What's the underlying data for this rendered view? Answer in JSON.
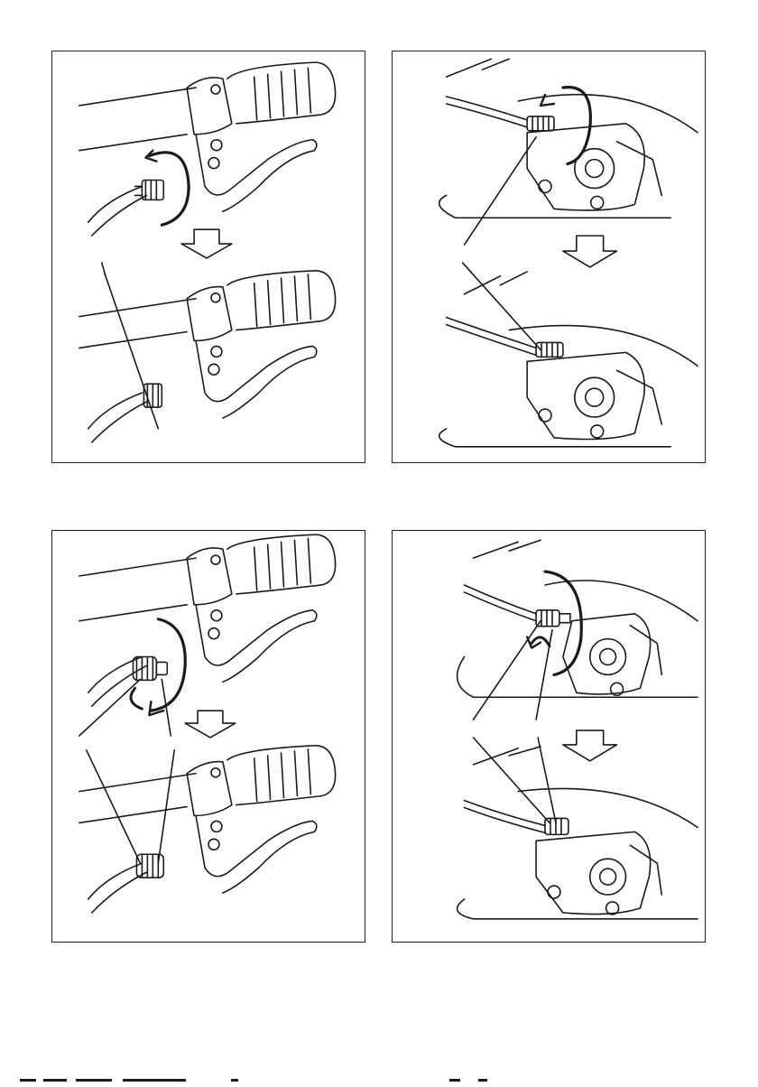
{
  "page": {
    "panels": [
      {
        "id": "lever-adjust-top",
        "subject": "brake-lever",
        "arrow": "rotate-clockwise"
      },
      {
        "id": "caliper-adjust-top",
        "subject": "brake-caliper",
        "arrow": "rotate-counterclockwise"
      },
      {
        "id": "lever-lock-bottom",
        "subject": "brake-lever",
        "arrow": "rotate-two-way"
      },
      {
        "id": "caliper-lock-bottom",
        "subject": "brake-caliper",
        "arrow": "rotate-two-way"
      }
    ],
    "colors": {
      "line": "#1a1a1a",
      "paper": "#ffffff",
      "shade": "#d8d8d8"
    }
  }
}
